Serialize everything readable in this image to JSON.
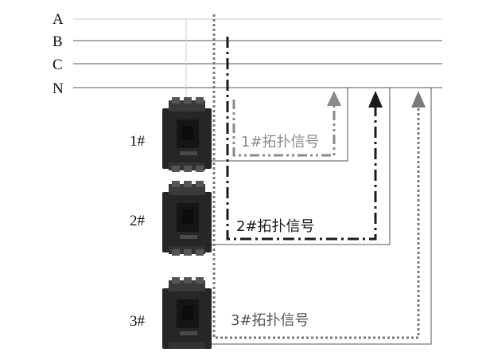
{
  "buses": [
    {
      "label": "A",
      "color": "#c9c9c9"
    },
    {
      "label": "B",
      "color": "#555555"
    },
    {
      "label": "C",
      "color": "#555555"
    },
    {
      "label": "N",
      "color": "#555555"
    }
  ],
  "breakers": [
    {
      "label": "1#"
    },
    {
      "label": "2#"
    },
    {
      "label": "3#"
    }
  ],
  "signals": [
    {
      "label": "1#拓扑信号",
      "color": "#8a8a8a",
      "style": "dash-dot-dot"
    },
    {
      "label": "2#拓扑信号",
      "color": "#1a1a1a",
      "style": "dash-dot"
    },
    {
      "label": "3#拓扑信号",
      "color": "#7a7a7a",
      "style": "dotted"
    }
  ],
  "colors": {
    "breaker_body": "#2a2a2a",
    "breaker_face": "#1c1c1c",
    "wire": "#4a4a4a"
  }
}
